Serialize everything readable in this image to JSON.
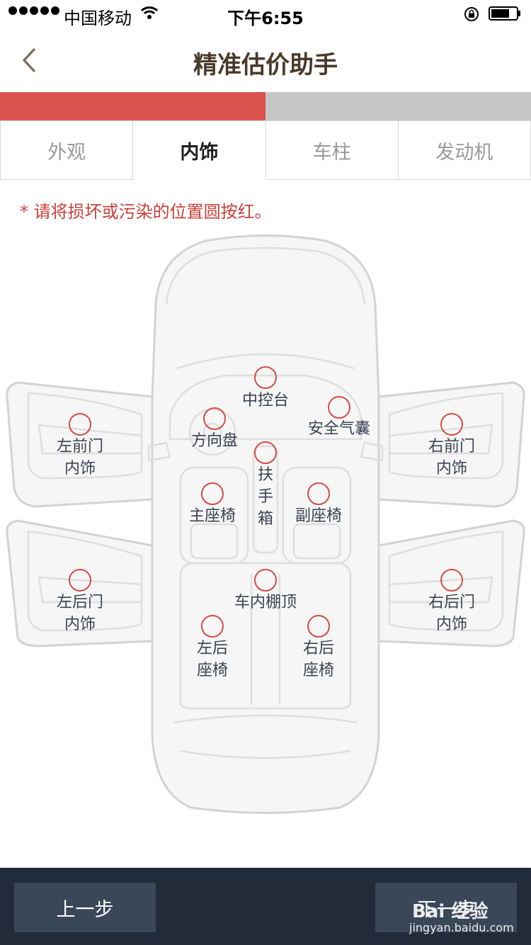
{
  "status_bar": {
    "carrier": "中国移动",
    "time": "下午6:55"
  },
  "nav": {
    "title": "精准估价助手"
  },
  "progress": {
    "fraction": 0.5
  },
  "tabs": [
    {
      "label": "外观",
      "active": false
    },
    {
      "label": "内饰",
      "active": true
    },
    {
      "label": "车柱",
      "active": false
    },
    {
      "label": "发动机",
      "active": false
    }
  ],
  "instruction": "* 请将损坏或污染的位置圆按红。",
  "parts": {
    "center_console": "中控台",
    "airbag": "安全气囊",
    "steering_wheel": "方向盘",
    "armrest_box": "扶\n手\n箱",
    "driver_seat": "主座椅",
    "passenger_seat": "副座椅",
    "left_front_door": "左前门\n内饰",
    "right_front_door": "右前门\n内饰",
    "left_rear_door": "左后门\n内饰",
    "right_rear_door": "右后门\n内饰",
    "headliner": "车内棚顶",
    "left_rear_seat": "左后\n座椅",
    "right_rear_seat": "右后\n座椅"
  },
  "buttons": {
    "prev": "上一步",
    "next": "下一步"
  },
  "watermark": {
    "text": "Bai 经验",
    "url": "jingyan.baidu.com"
  },
  "colors": {
    "accent": "#dc524e",
    "progress_track": "#c6c6c6",
    "bottom_bar": "#222b3a",
    "button": "#3a4759"
  }
}
